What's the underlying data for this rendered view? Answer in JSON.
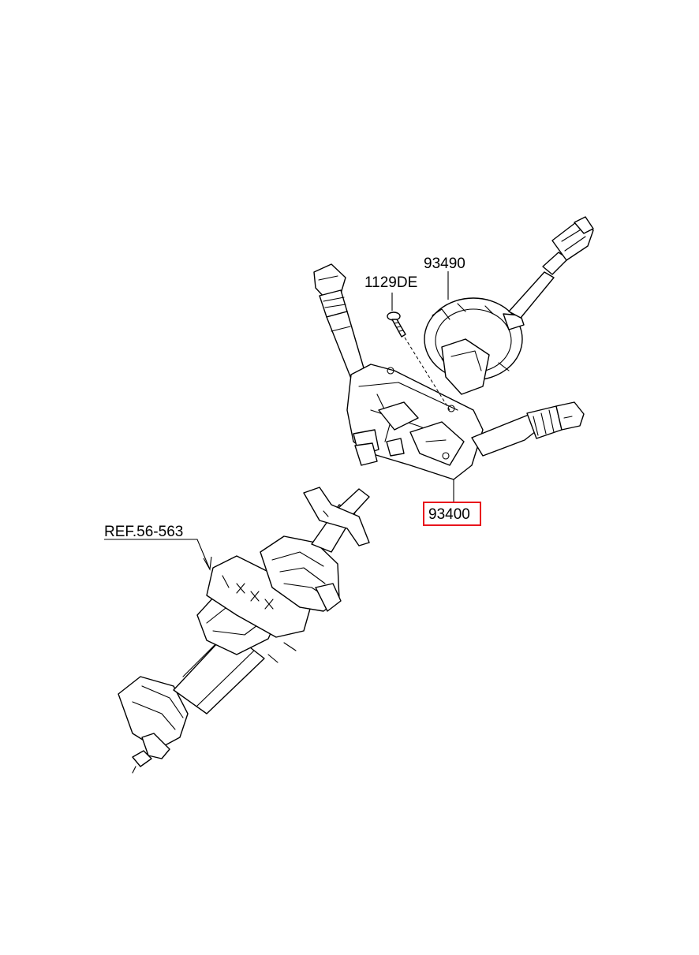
{
  "labels": {
    "ref_column": "REF.56-563",
    "screw": "1129DE",
    "clock_spring": "93490",
    "switch_assembly": "93400"
  },
  "colors": {
    "highlight": "#e8141c",
    "line": "#000000",
    "background": "#ffffff"
  }
}
